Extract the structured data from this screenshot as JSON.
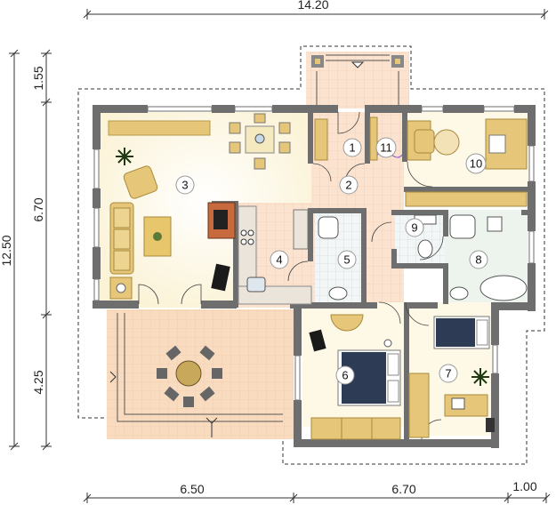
{
  "dimensions": {
    "top_total": "14.20",
    "left_total": "12.50",
    "left_top": "1.55",
    "left_mid": "6.70",
    "left_bottom": "4.25",
    "bottom_left": "6.50",
    "bottom_mid": "6.70",
    "bottom_right": "1.00"
  },
  "rooms": [
    {
      "number": "1"
    },
    {
      "number": "2"
    },
    {
      "number": "3"
    },
    {
      "number": "4"
    },
    {
      "number": "5"
    },
    {
      "number": "6"
    },
    {
      "number": "7"
    },
    {
      "number": "8"
    },
    {
      "number": "9"
    },
    {
      "number": "10"
    },
    {
      "number": "11"
    }
  ],
  "colors": {
    "wall": "#6e6e6e",
    "floor_living": "#fdf9e6",
    "floor_tile": "#fbe3cf",
    "floor_bath": "#f0f4f4",
    "terrace": "#f9dcc0",
    "furniture": "#e6c77a",
    "bed_cover": "#2e3b55",
    "outline_dash": "#333333"
  }
}
